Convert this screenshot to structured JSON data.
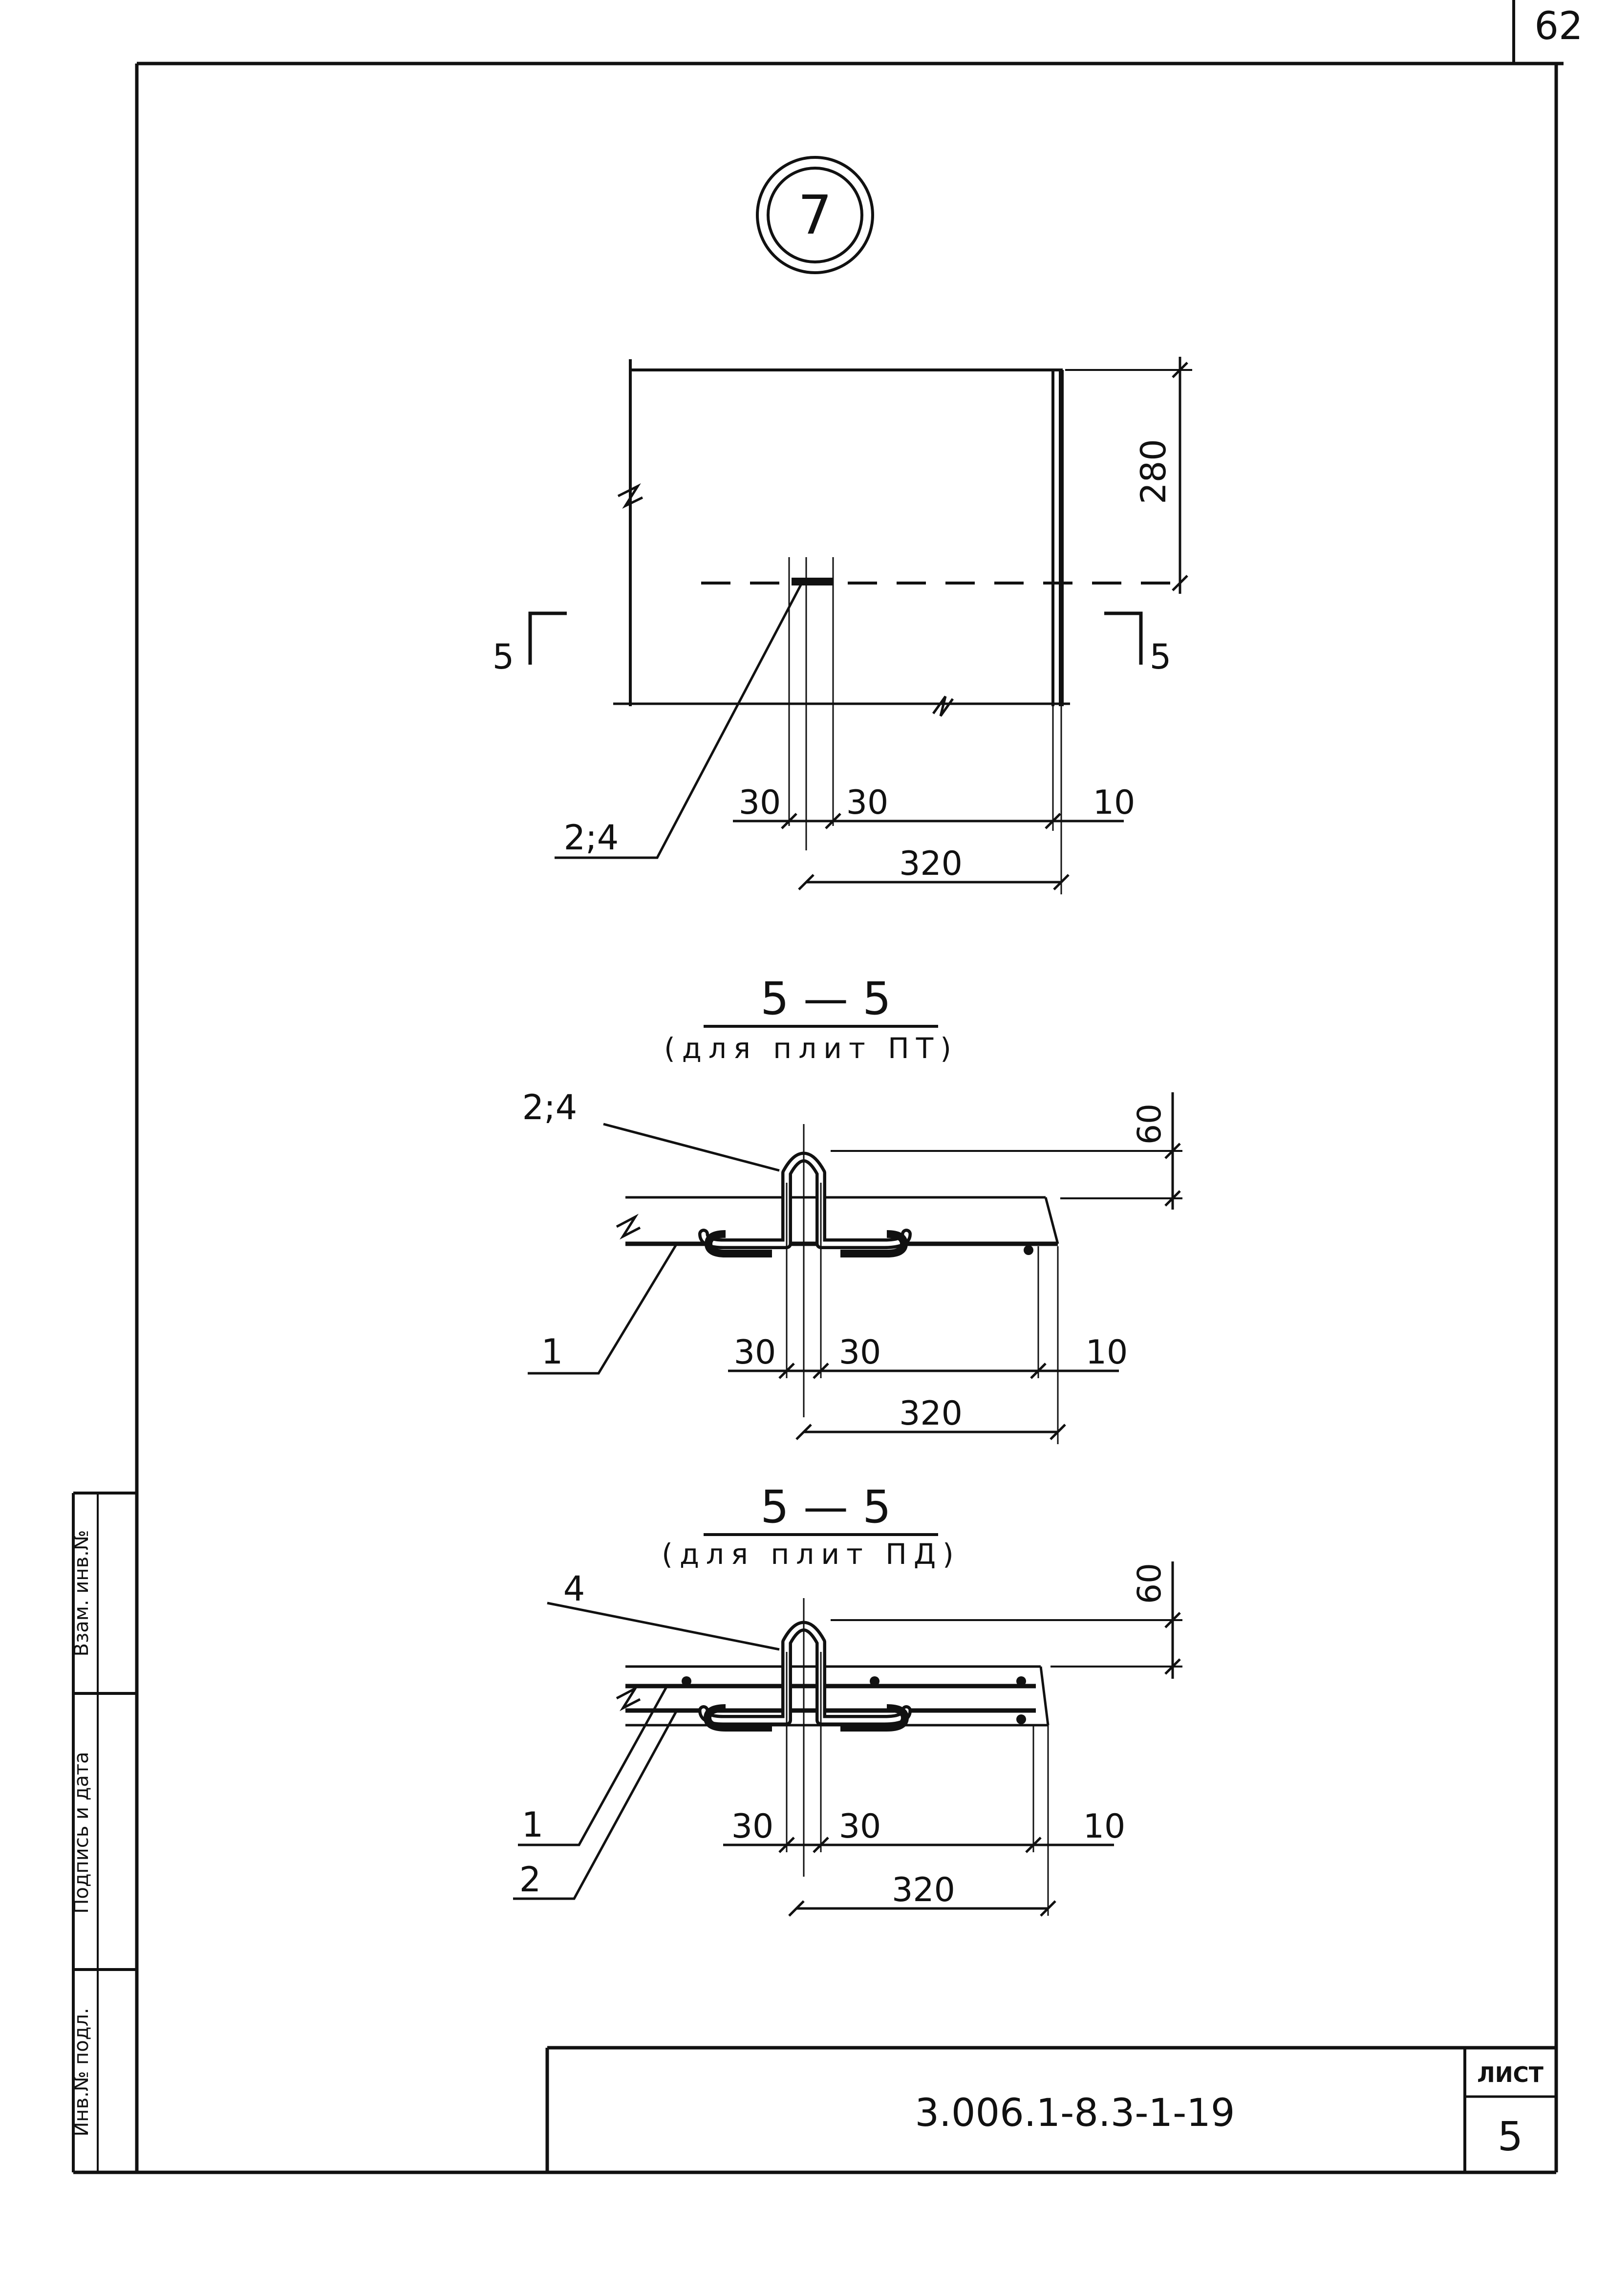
{
  "sheet": {
    "page_number": "62",
    "doc_code": "3.006.1-8.3-1-19",
    "sheet_label": "ЛИСТ",
    "sheet_number": "5",
    "side_stamp": [
      "Инв.№ подл.",
      "Подпись и дата",
      "Взам. инв.№"
    ]
  },
  "detail": {
    "number": "7",
    "section_mark": "5",
    "callout": "2;4",
    "dims": {
      "height": "280",
      "left": "30",
      "right": "30",
      "edge": "10",
      "total": "320"
    }
  },
  "section_pt": {
    "title": "5 — 5",
    "subtitle": "(для плит ПТ)",
    "callout_top": "2;4",
    "callout_bottom": "1",
    "dims": {
      "height": "60",
      "left": "30",
      "right": "30",
      "edge": "10",
      "total": "320"
    }
  },
  "section_pd": {
    "title": "5 — 5",
    "subtitle": "(для плит ПД)",
    "callout_top": "4",
    "callout_1": "1",
    "callout_2": "2",
    "dims": {
      "height": "60",
      "left": "30",
      "right": "30",
      "edge": "10",
      "total": "320"
    }
  }
}
